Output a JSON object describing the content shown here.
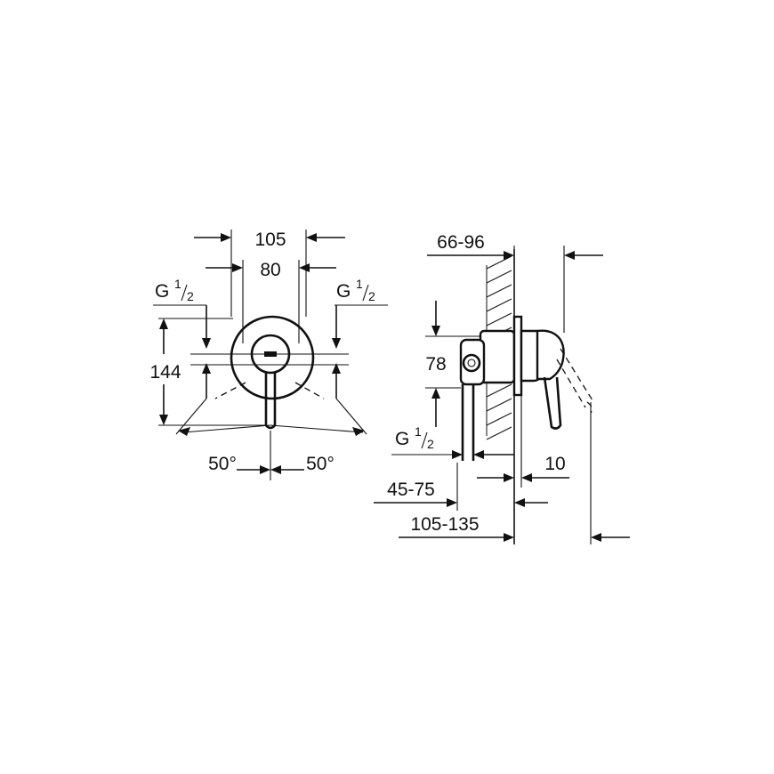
{
  "front_view": {
    "width_outer": "105",
    "width_inner": "80",
    "thread_left": {
      "letter": "G",
      "numerator": "1",
      "denominator": "2"
    },
    "thread_right": {
      "letter": "G",
      "numerator": "1",
      "denominator": "2"
    },
    "height": "144",
    "angle_left": "50°",
    "angle_right": "50°"
  },
  "side_view": {
    "wall_depth": "66-96",
    "body_height": "78",
    "thread": {
      "letter": "G",
      "numerator": "1",
      "denominator": "2"
    },
    "plate_offset": "10",
    "depth_min": "45-75",
    "depth_max": "105-135"
  }
}
